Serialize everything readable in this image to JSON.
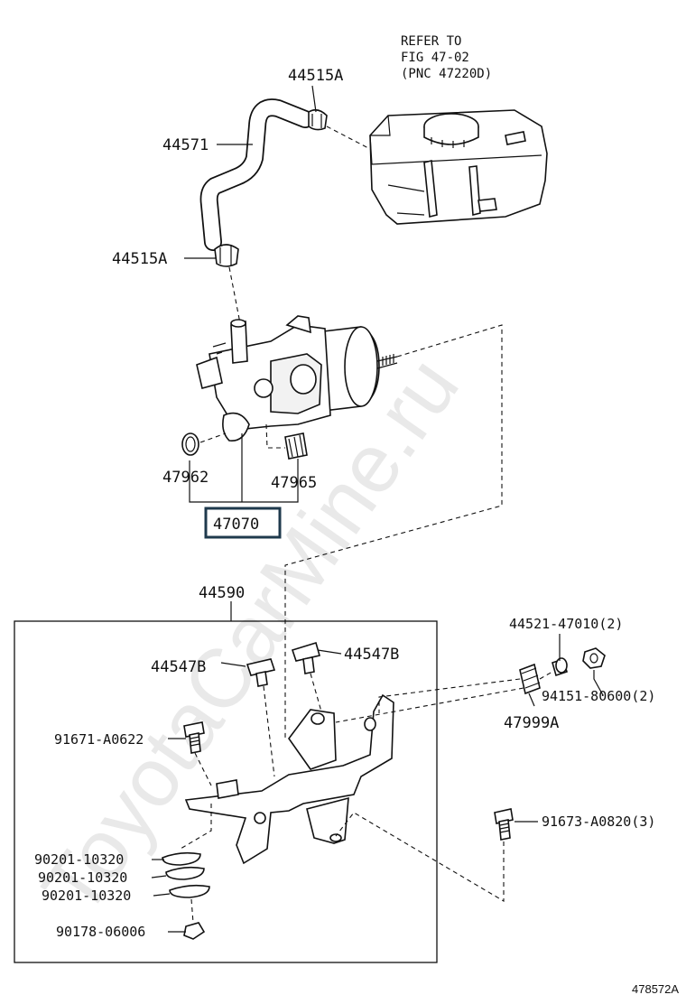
{
  "watermark": "ToyotaCarMine.ru",
  "reference_note": [
    "REFER TO",
    "FIG 47-02",
    "(PNC 47220D)"
  ],
  "labels": {
    "hose_clamp_top": "44515A",
    "hose": "44571",
    "hose_clamp_bottom": "44515A",
    "o_ring": "47962",
    "filter": "47965",
    "pump_assembly": "47070",
    "bracket_assembly": "44590",
    "cushion_left": "44547B",
    "cushion_right": "44547B",
    "bolt_left": "91671-A0622",
    "washer_1": "90201-10320",
    "washer_2": "90201-10320",
    "washer_3": "90201-10320",
    "nut_bottom": "90178-06006",
    "collar": "44521-47010(2)",
    "nut_right": "94151-80600(2)",
    "cushion_mount": "47999A",
    "bolt_right": "91673-A0820(3)"
  },
  "diagram_id": "478572A"
}
